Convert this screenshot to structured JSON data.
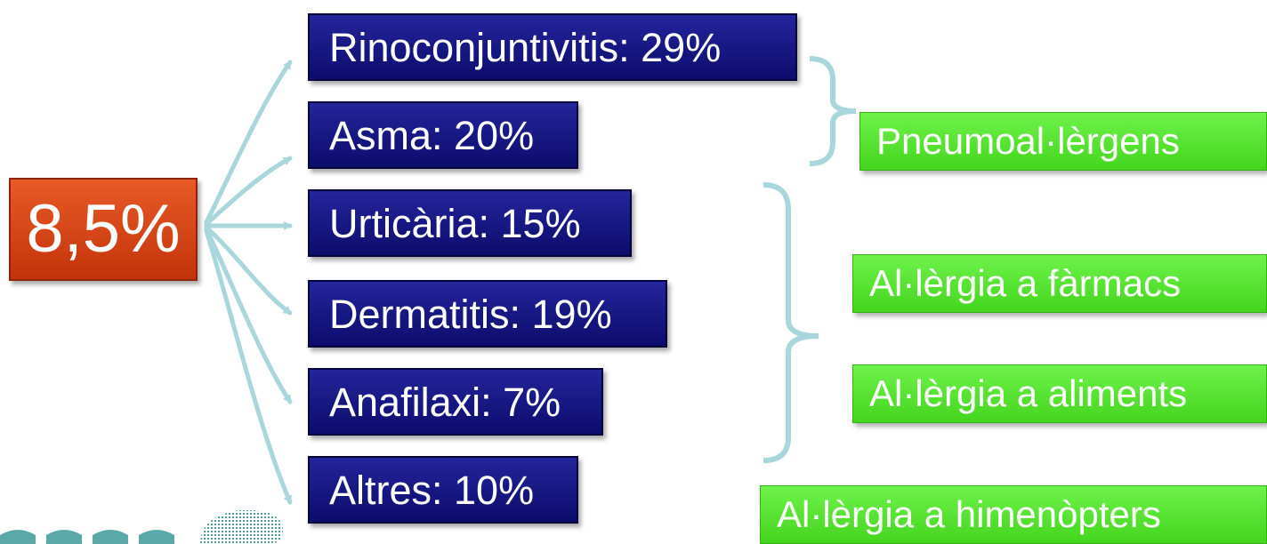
{
  "root": {
    "label": "8,5%"
  },
  "categories": [
    {
      "label": "Rinoconjuntivitis: 29%"
    },
    {
      "label": "Asma: 20%"
    },
    {
      "label": "Urticària: 15%"
    },
    {
      "label": "Dermatitis: 19%"
    },
    {
      "label": "Anafilaxi: 7%"
    },
    {
      "label": "Altres: 10%"
    }
  ],
  "groups": [
    {
      "label": "Pneumoal·lèrgens"
    },
    {
      "label": "Al·lèrgia a fàrmacs"
    },
    {
      "label": "Al·lèrgia a aliments"
    },
    {
      "label": "Al·lèrgia a himenòpters"
    }
  ],
  "colors": {
    "root": "#d2401a",
    "category": "#14147e",
    "group": "#55e12e",
    "arrow": "#a9d6db",
    "bracket": "#a9d6db",
    "logo_text": "#5aa8a8"
  }
}
